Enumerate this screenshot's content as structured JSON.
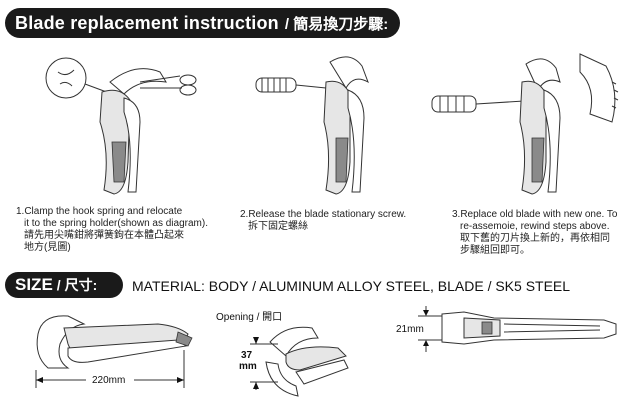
{
  "header": {
    "title_en": "Blade replacement instruction",
    "title_zh": "/ 簡易換刀步驟:"
  },
  "steps": [
    {
      "line1": "1.Clamp the hook spring and relocate",
      "line2": "it to the spring holder(shown as diagram).",
      "zh1": "請先用尖嘴鉗將彈簧鉤在本體凸起來",
      "zh2": "地方(見圖)"
    },
    {
      "line1": "2.Release the blade stationary screw.",
      "zh1": "拆下固定螺絲"
    },
    {
      "line1": "3.Replace old blade with new one. To",
      "line2": "re-assemoie, rewind steps above.",
      "zh1": "取下舊的刀片換上新的，再依相同",
      "zh2": "步驟組回即可。"
    }
  ],
  "size_section": {
    "label_en": "SIZE",
    "label_zh": "/ 尺寸:",
    "material": "MATERIAL: BODY / ALUMINUM ALLOY STEEL, BLADE / SK5 STEEL",
    "length": "220mm",
    "opening_label": "Opening / 開口",
    "opening_value_1": "37",
    "opening_value_2": "mm",
    "thickness": "21mm"
  }
}
